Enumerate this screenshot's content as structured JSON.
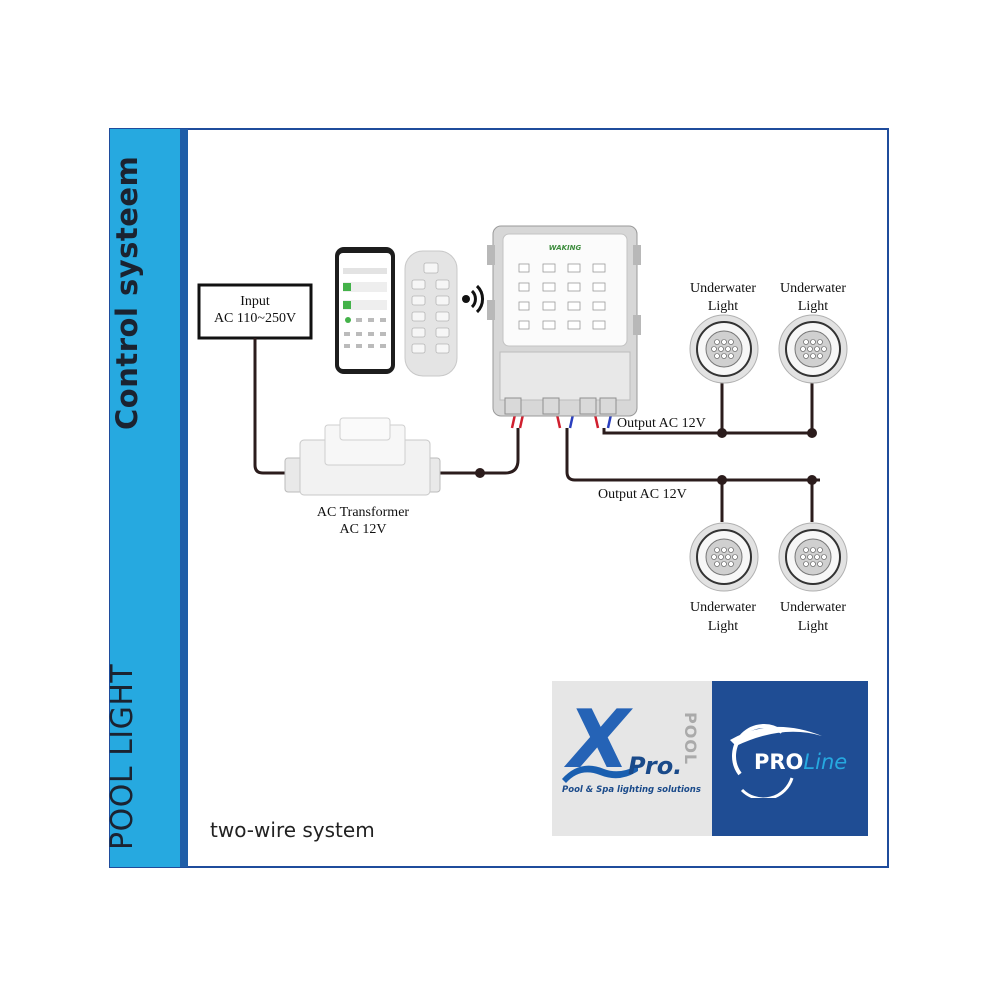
{
  "sidebar": {
    "title_top": "Control systeem",
    "title_bottom": "POOL LIGHT"
  },
  "diagram": {
    "input_label_1": "Input",
    "input_label_2": "AC 110~250V",
    "transformer_label_1": "AC Transformer",
    "transformer_label_2": "AC 12V",
    "output_1": "Output AC 12V",
    "output_2": "Output AC 12V",
    "light_label_1": "Underwater",
    "light_label_2": "Light",
    "controller_brand": "WAKING"
  },
  "caption": "two-wire system",
  "logos": {
    "xpro_x": "X",
    "xpro": "Pro.",
    "xpro_pool": "POOL",
    "xpro_tagline": "Pool & Spa lighting solutions",
    "proline_a": "PRO",
    "proline_b": "Line"
  },
  "colors": {
    "sidebar": "#26a9e0",
    "frame": "#1f4c9c",
    "wire": "#2b1c1c",
    "proline_bg": "#1f4d94"
  }
}
